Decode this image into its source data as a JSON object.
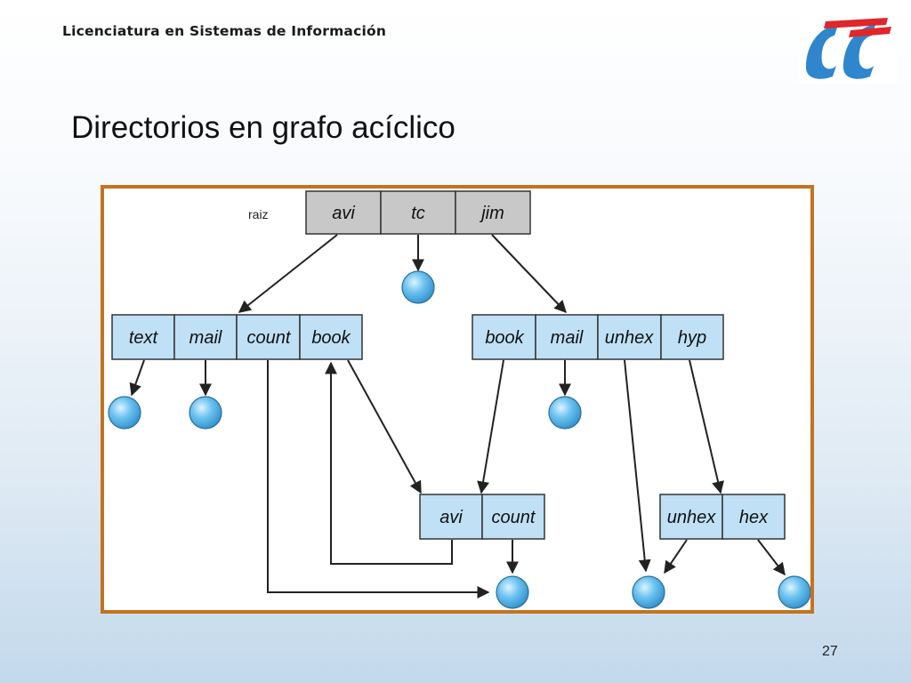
{
  "header": {
    "institution": "Licenciatura en Sistemas de Información"
  },
  "slide": {
    "title": "Directorios en grafo acíclico",
    "page_number": "27"
  },
  "diagram": {
    "root_label": "raiz",
    "root_entries": [
      "avi",
      "tc",
      "jim"
    ],
    "avi_dir_entries": [
      "text",
      "mail",
      "count",
      "book"
    ],
    "jim_dir_entries": [
      "book",
      "mail",
      "unhex",
      "hyp"
    ],
    "shared_dir_entries": [
      "avi",
      "count"
    ],
    "hyp_dir_entries": [
      "unhex",
      "hex"
    ],
    "colors": {
      "frame": "#c3731f",
      "root_cells": "#c8c8c8",
      "dir_cells": "#bfe0f5",
      "file_nodes": "#5ab6ea"
    }
  }
}
